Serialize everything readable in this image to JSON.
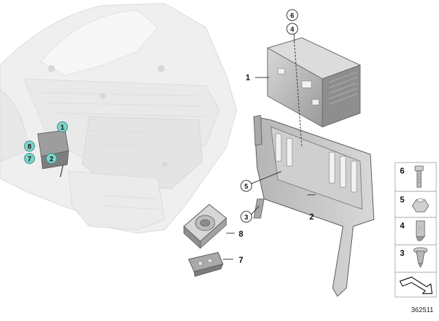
{
  "diagram": {
    "reference_number": "362511",
    "part_labels": [
      {
        "id": "1",
        "text": "1"
      },
      {
        "id": "2",
        "text": "2"
      },
      {
        "id": "3",
        "text": "3"
      },
      {
        "id": "5",
        "text": "5"
      },
      {
        "id": "6",
        "text": "6"
      },
      {
        "id": "4",
        "text": "4"
      },
      {
        "id": "7",
        "text": "7"
      },
      {
        "id": "8",
        "text": "8"
      }
    ],
    "car_callouts": [
      {
        "id": "1",
        "text": "1"
      },
      {
        "id": "8",
        "text": "8"
      },
      {
        "id": "7",
        "text": "7"
      },
      {
        "id": "2",
        "text": "2"
      }
    ],
    "legend": [
      {
        "id": "6",
        "text": "6",
        "icon": "bolt-icon"
      },
      {
        "id": "5",
        "text": "5",
        "icon": "hex-nut-icon"
      },
      {
        "id": "4",
        "text": "4",
        "icon": "clip-nut-icon"
      },
      {
        "id": "3",
        "text": "3",
        "icon": "push-rivet-icon"
      }
    ],
    "colors": {
      "callout_fill": "#7dd3c8",
      "callout_stroke": "#3a8f86",
      "part_fill": "#c9c9c9",
      "body_fill": "#ececec",
      "line": "#333333"
    }
  }
}
